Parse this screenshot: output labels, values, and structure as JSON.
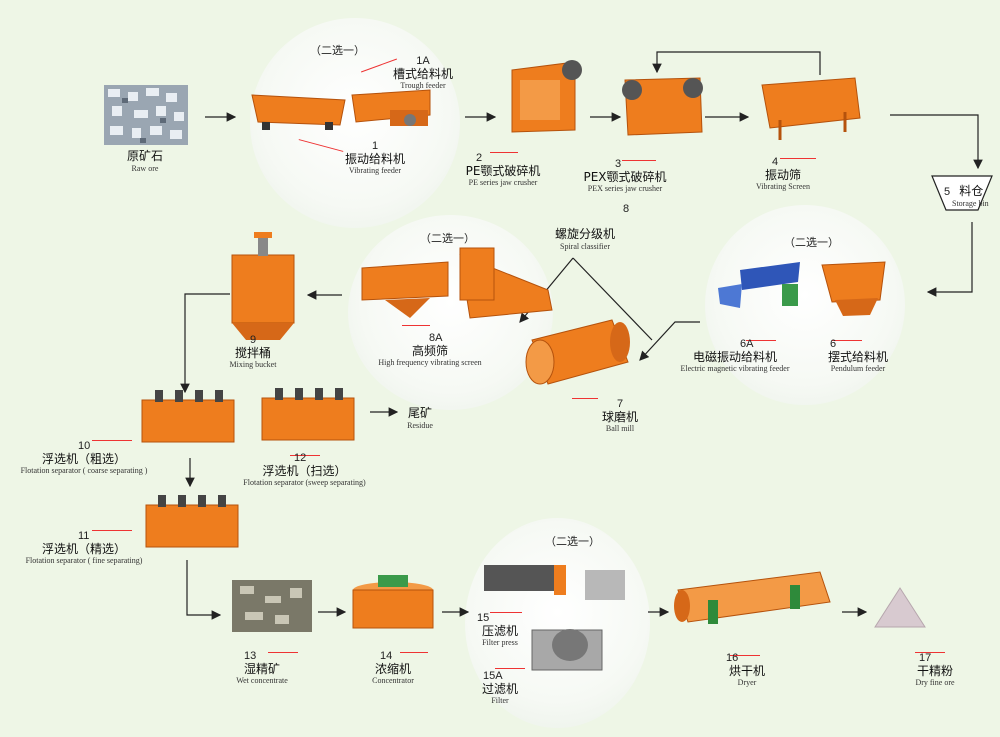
{
  "choice_label": "（二选一）",
  "steps": {
    "s0": {
      "num": "",
      "cn": "原矿石",
      "en": "Raw ore"
    },
    "s1A": {
      "num": "1A",
      "cn": "槽式给料机",
      "en": "Trough feeder"
    },
    "s1": {
      "num": "1",
      "cn": "振动给料机",
      "en": "Vibrating feeder"
    },
    "s2": {
      "num": "2",
      "cn": "PE颚式破碎机",
      "en": "PE series jaw crusher"
    },
    "s3": {
      "num": "3",
      "cn": "PEX颚式破碎机",
      "en": "PEX series jaw crusher"
    },
    "s4": {
      "num": "4",
      "cn": "振动筛",
      "en": "Vibrating Screen"
    },
    "s5": {
      "num": "5",
      "cn": "料仓",
      "en": "Storage bin"
    },
    "s6": {
      "num": "6",
      "cn": "摆式给料机",
      "en": "Pendulum feeder"
    },
    "s6A": {
      "num": "6A",
      "cn": "电磁振动给料机",
      "en": "Electric magnetic vibrating feeder"
    },
    "s7": {
      "num": "7",
      "cn": "球磨机",
      "en": "Ball mill"
    },
    "s8": {
      "num": "",
      "cn": "螺旋分级机",
      "en": "Spiral classifier"
    },
    "s8A": {
      "num": "8A",
      "cn": "高频筛",
      "en": "High frequency vibrating screen"
    },
    "s9": {
      "num": "9",
      "cn": "搅拌桶",
      "en": "Mixing bucket"
    },
    "s10": {
      "num": "10",
      "cn": "浮选机（粗选）",
      "en": "Flotation separator ( coarse separating )"
    },
    "s12": {
      "num": "12",
      "cn": "浮选机（扫选）",
      "en": "Flotation separator (sweep separating)"
    },
    "sR": {
      "num": "",
      "cn": "尾矿",
      "en": "Residue"
    },
    "s11": {
      "num": "11",
      "cn": "浮选机（精选）",
      "en": "Flotation separator ( fine separating)"
    },
    "s13": {
      "num": "13",
      "cn": "湿精矿",
      "en": "Wet concentrate"
    },
    "s14": {
      "num": "14",
      "cn": "浓缩机",
      "en": "Concentrator"
    },
    "s15": {
      "num": "15",
      "cn": "压滤机",
      "en": "Filter press"
    },
    "s15A": {
      "num": "15A",
      "cn": "过滤机",
      "en": "Filter"
    },
    "s16": {
      "num": "16",
      "cn": "烘干机",
      "en": "Dryer"
    },
    "s17": {
      "num": "17",
      "cn": "干精粉",
      "en": "Dry fine ore"
    }
  },
  "stray_number": "8",
  "colors": {
    "machine": "#ee7d1e",
    "machine_dark": "#c85a10",
    "leader": "#e33333",
    "arrow": "#222222",
    "background": "#eef6e6"
  }
}
